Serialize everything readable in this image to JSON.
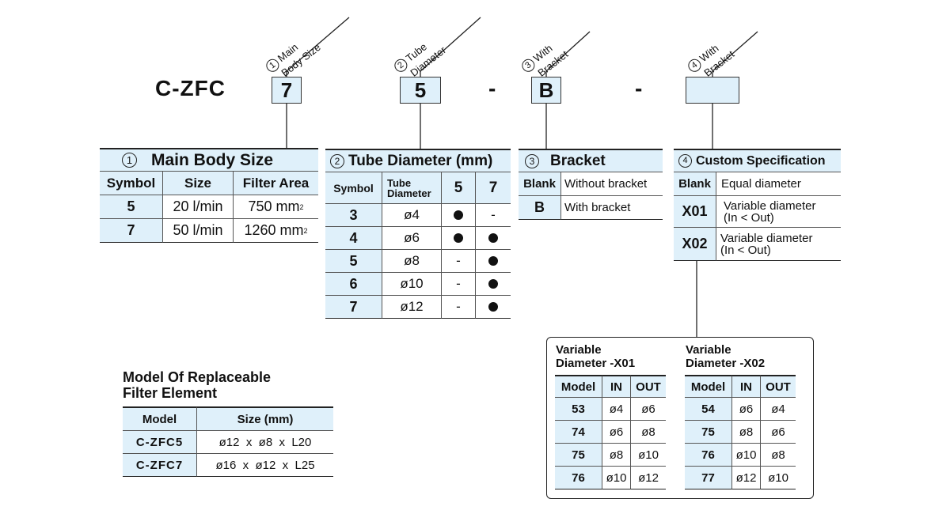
{
  "model_code": {
    "prefix": "C-ZFC",
    "box1": "7",
    "box2": "5",
    "dash1": "-",
    "box3": "B",
    "dash2": "-",
    "box4": "",
    "label1_num": "1",
    "label1": "Main\nBody Size",
    "label1_a": "Main",
    "label1_b": "Body Size",
    "label2_num": "2",
    "label2_a": "Tube",
    "label2_b": "Diameter",
    "label3_num": "3",
    "label3_a": "With",
    "label3_b": "Bracket",
    "label4_num": "4",
    "label4_a": "With",
    "label4_b": "Bracket"
  },
  "main_body_size": {
    "num": "1",
    "title": "Main Body Size",
    "headers": [
      "Symbol",
      "Size",
      "Filter Area"
    ],
    "rows": [
      {
        "symbol": "5",
        "size": "20 l/min",
        "area": "750 mm",
        "sup": "2"
      },
      {
        "symbol": "7",
        "size": "50 l/min",
        "area": "1260 mm",
        "sup": "2"
      }
    ]
  },
  "tube_diameter": {
    "num": "2",
    "title": "Tube Diameter (mm)",
    "headers": {
      "symbol": "Symbol",
      "diam_a": "Tube",
      "diam_b": "Diameter",
      "c5": "5",
      "c7": "7"
    },
    "rows": [
      {
        "symbol": "3",
        "diam": "ø4",
        "c5": "dot",
        "c7": "-"
      },
      {
        "symbol": "4",
        "diam": "ø6",
        "c5": "dot",
        "c7": "dot"
      },
      {
        "symbol": "5",
        "diam": "ø8",
        "c5": "-",
        "c7": "dot"
      },
      {
        "symbol": "6",
        "diam": "ø10",
        "c5": "-",
        "c7": "dot"
      },
      {
        "symbol": "7",
        "diam": "ø12",
        "c5": "-",
        "c7": "dot"
      }
    ]
  },
  "bracket": {
    "num": "3",
    "title": "Bracket",
    "rows": [
      {
        "symbol": "Blank",
        "desc": "Without bracket"
      },
      {
        "symbol": "B",
        "desc": "With bracket"
      }
    ]
  },
  "custom_spec": {
    "num": "4",
    "title": "Custom Specification",
    "rows": [
      {
        "symbol": "Blank",
        "desc_a": "Equal diameter",
        "desc_b": ""
      },
      {
        "symbol": "X01",
        "desc_a": "Variable diameter",
        "desc_b": "(In < Out)"
      },
      {
        "symbol": "X02",
        "desc_a": "Variable diameter",
        "desc_b": "(In < Out)"
      }
    ]
  },
  "variable_diameter": {
    "x01": {
      "title_a": "Variable",
      "title_b": "Diameter -X01",
      "headers": [
        "Model",
        "IN",
        "OUT"
      ],
      "rows": [
        [
          "53",
          "ø4",
          "ø6"
        ],
        [
          "74",
          "ø6",
          "ø8"
        ],
        [
          "75",
          "ø8",
          "ø10"
        ],
        [
          "76",
          "ø10",
          "ø12"
        ]
      ]
    },
    "x02": {
      "title_a": "Variable",
      "title_b": "Diameter -X02",
      "headers": [
        "Model",
        "IN",
        "OUT"
      ],
      "rows": [
        [
          "54",
          "ø6",
          "ø4"
        ],
        [
          "75",
          "ø8",
          "ø6"
        ],
        [
          "76",
          "ø10",
          "ø8"
        ],
        [
          "77",
          "ø12",
          "ø10"
        ]
      ]
    }
  },
  "replaceable": {
    "title_a": "Model Of Replaceable",
    "title_b": "Filter Element",
    "headers": [
      "Model",
      "Size (mm)"
    ],
    "rows": [
      {
        "model": "C-ZFC5",
        "size": "ø12  x  ø8  x  L20"
      },
      {
        "model": "C-ZFC7",
        "size": "ø16  x  ø12  x  L25"
      }
    ]
  }
}
